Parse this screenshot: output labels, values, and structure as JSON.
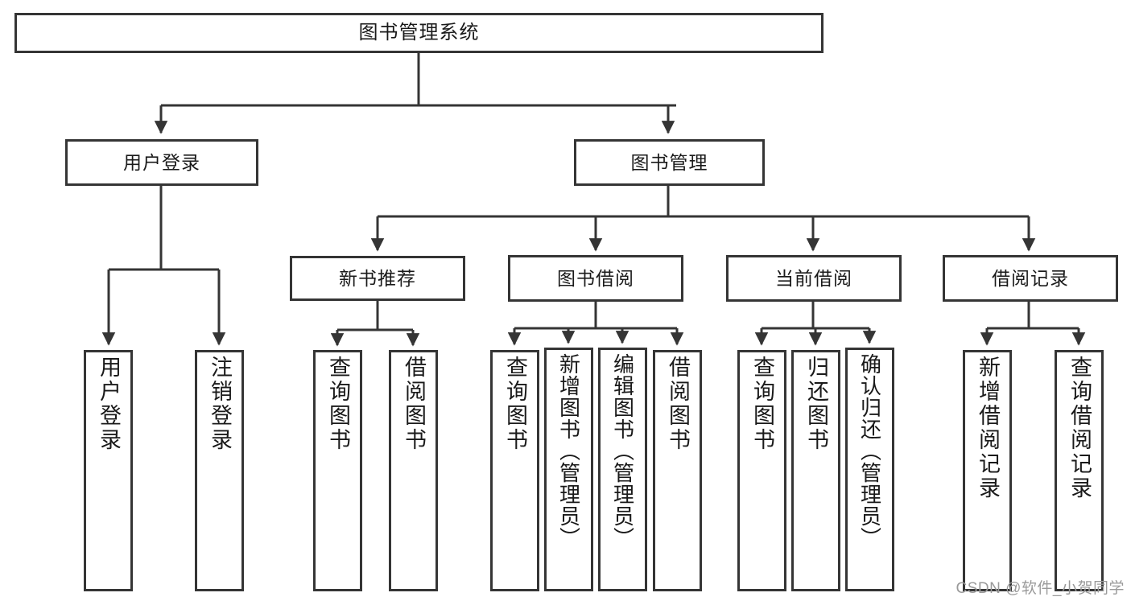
{
  "diagram": {
    "title": "图书管理系统",
    "type": "tree",
    "root": {
      "label": "图书管理系统"
    },
    "level2": [
      {
        "label": "用户登录"
      },
      {
        "label": "图书管理"
      }
    ],
    "level3": [
      {
        "label": "新书推荐"
      },
      {
        "label": "图书借阅"
      },
      {
        "label": "当前借阅"
      },
      {
        "label": "借阅记录"
      }
    ],
    "leaves": {
      "user_login": [
        {
          "label": "用户登录"
        },
        {
          "label": "注销登录"
        }
      ],
      "new_book": [
        {
          "label": "查询图书"
        },
        {
          "label": "借阅图书"
        }
      ],
      "book_borrow": [
        {
          "label": "查询图书"
        },
        {
          "label": "新增图书（管理员）"
        },
        {
          "label": "编辑图书（管理员）"
        },
        {
          "label": "借阅图书"
        }
      ],
      "current_borrow": [
        {
          "label": "查询图书"
        },
        {
          "label": "归还图书"
        },
        {
          "label": "确认归还（管理员）"
        }
      ],
      "borrow_record": [
        {
          "label": "新增借阅记录"
        },
        {
          "label": "查询借阅记录"
        }
      ]
    }
  },
  "watermark": {
    "text": "CSDN @软件_小贺同学"
  },
  "colors": {
    "stroke": "#353535",
    "fill": "#ffffff",
    "text": "#1a1a1a",
    "watermark": "#9a9a9a"
  }
}
